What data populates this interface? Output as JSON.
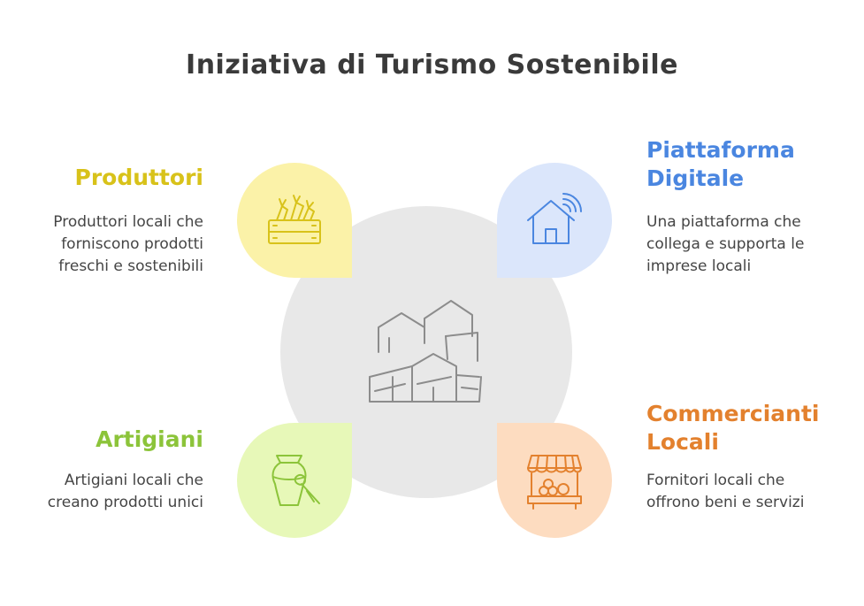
{
  "title": "Iniziativa di Turismo Sostenibile",
  "center": {
    "icon": "town-houses-icon"
  },
  "items": [
    {
      "heading": "Produttori",
      "description_lines": [
        "Produttori locali che",
        "forniscono prodotti",
        "freschi e sostenibili"
      ],
      "color": "#d8c21a",
      "bg": "#fbf2a8",
      "icon": "produce-crate-icon"
    },
    {
      "heading_lines": [
        "Piattaforma",
        "Digitale"
      ],
      "description_lines": [
        "Una piattaforma che",
        "collega e supporta le",
        "imprese locali"
      ],
      "color": "#4a86e0",
      "bg": "#dbe6fb",
      "icon": "smart-home-icon"
    },
    {
      "heading": "Artigiani",
      "description_lines": [
        "Artigiani locali che",
        "creano prodotti unici"
      ],
      "color": "#8cc43a",
      "bg": "#e7f8b8",
      "icon": "vase-brush-icon"
    },
    {
      "heading_lines": [
        "Commercianti",
        "Locali"
      ],
      "description_lines": [
        "Fornitori locali che",
        "offrono beni e servizi"
      ],
      "color": "#e3812e",
      "bg": "#fddcc0",
      "icon": "market-stall-icon"
    }
  ]
}
